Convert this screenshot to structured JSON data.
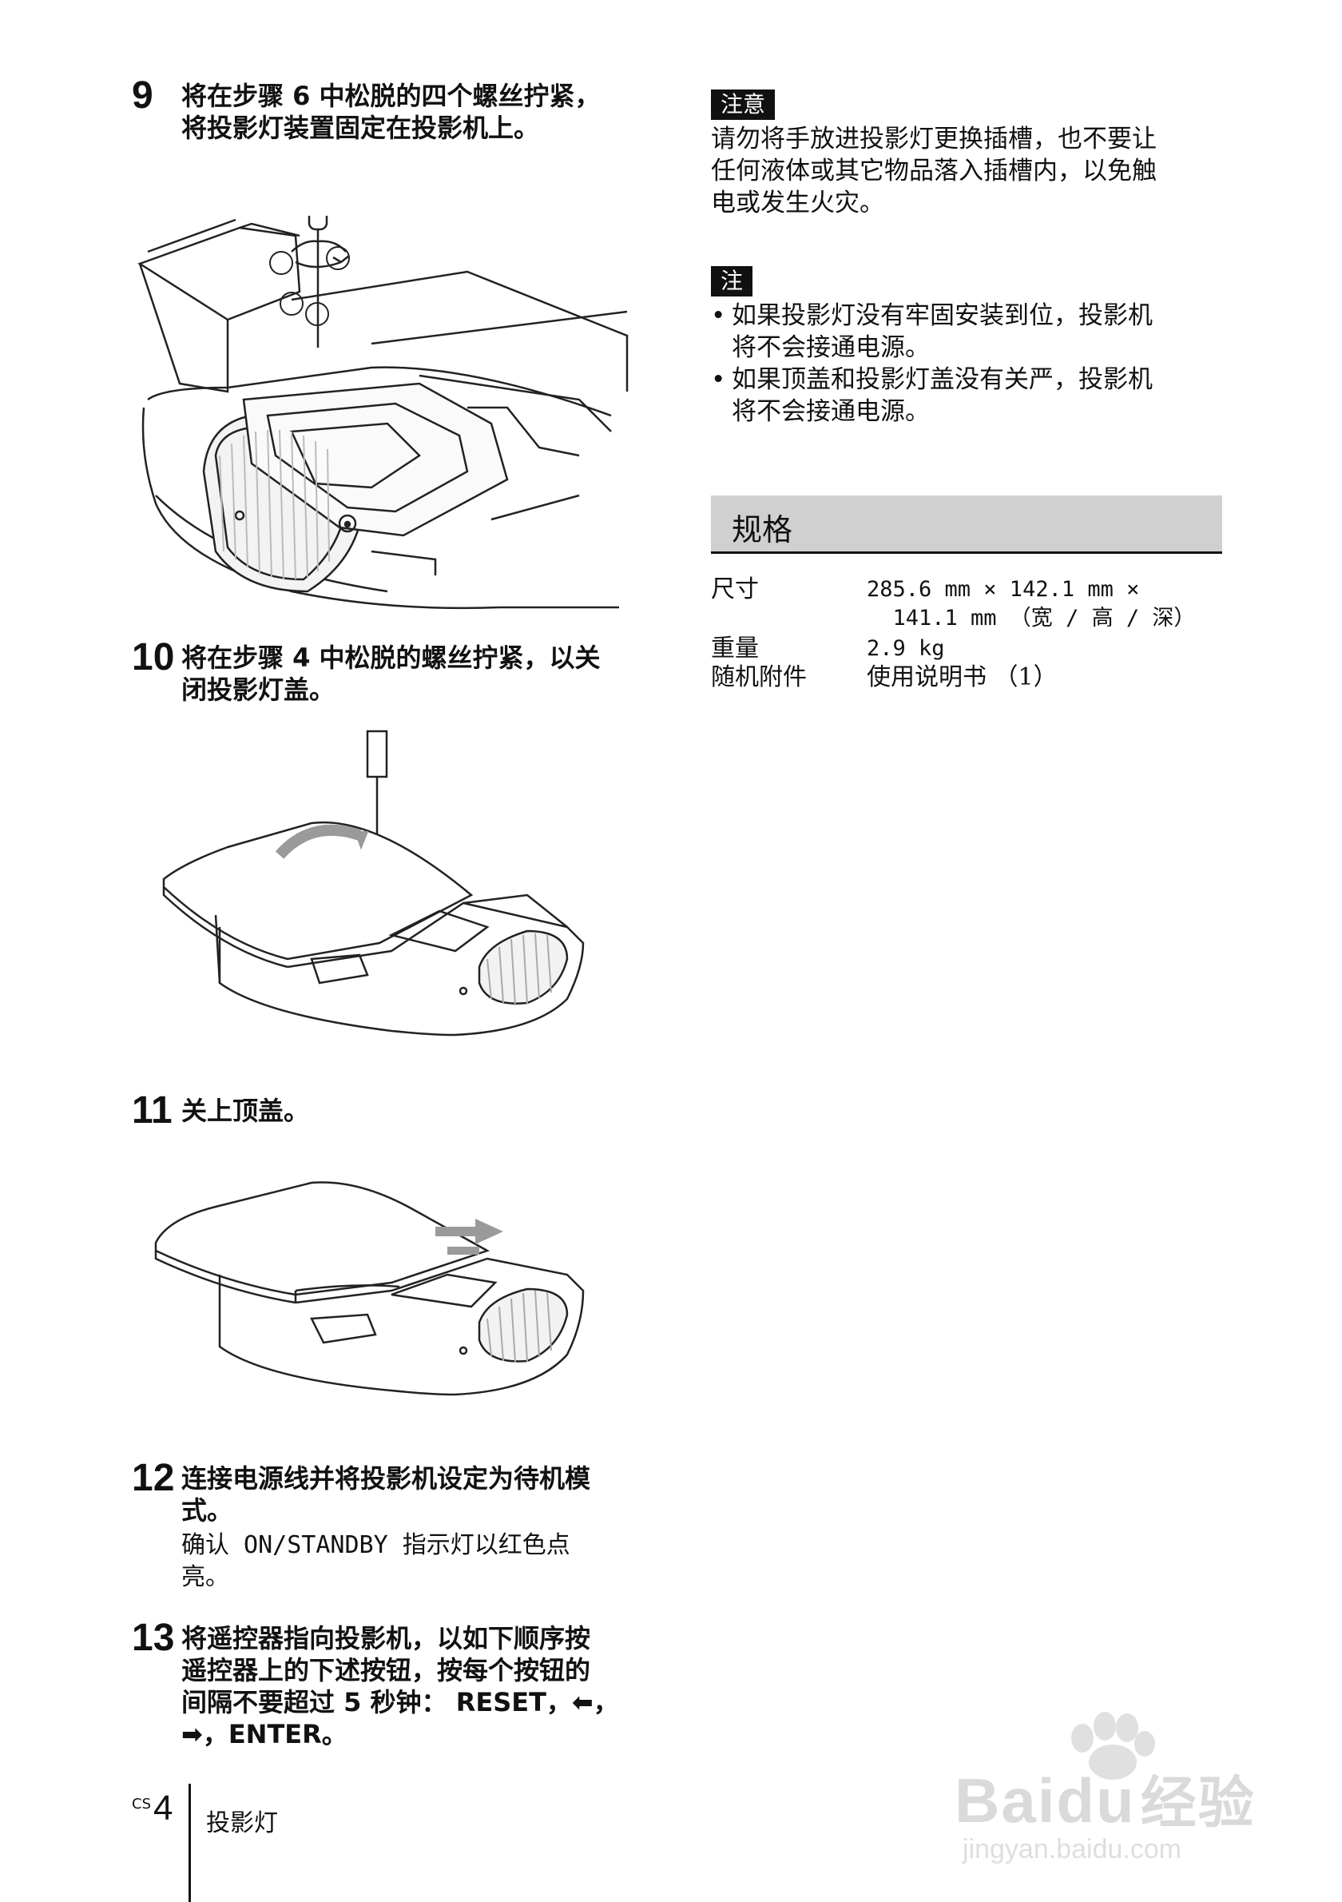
{
  "steps": [
    {
      "num": "9",
      "lines": [
        "将在步骤 6 中松脱的四个螺丝拧紧，",
        "将投影灯装置固定在投影机上。"
      ]
    },
    {
      "num": "10",
      "lines": [
        "将在步骤 4 中松脱的螺丝拧紧，以关",
        "闭投影灯盖。"
      ]
    },
    {
      "num": "11",
      "lines": [
        "关上顶盖。"
      ]
    },
    {
      "num": "12",
      "lines": [
        "连接电源线并将投影机设定为待机模",
        "式。"
      ],
      "sub": [
        "确认 ON/STANDBY 指示灯以红色点",
        "亮。"
      ]
    },
    {
      "num": "13",
      "lines": [
        "将遥控器指向投影机，以如下顺序按",
        "遥控器上的下述按钮，按每个按钮的",
        "间隔不要超过 5 秒钟： RESET，⬅，",
        "➡，ENTER。"
      ]
    }
  ],
  "caution": {
    "label": "注意",
    "lines": [
      "请勿将手放进投影灯更换插槽，也不要让",
      "任何液体或其它物品落入插槽内，以免触",
      "电或发生火灾。"
    ]
  },
  "note": {
    "label": "注",
    "bullets": [
      [
        "如果投影灯没有牢固安装到位，投影机",
        "将不会接通电源。"
      ],
      [
        "如果顶盖和投影灯盖没有关严，投影机",
        "将不会接通电源。"
      ]
    ]
  },
  "specs": {
    "heading": "规格",
    "rows": [
      {
        "key": "尺寸",
        "value": "285.6 mm × 142.1 mm ×",
        "value2": "  141.1 mm （宽 / 高 / 深）"
      },
      {
        "key": "重量",
        "value": "2.9 kg"
      },
      {
        "key": "随机附件",
        "value": "使用说明书 （1）"
      }
    ]
  },
  "footer": {
    "lang": "CS",
    "page": "4",
    "section": "投影灯"
  },
  "watermark": {
    "brand": "Bai",
    "brand2": "du",
    "product": "经验",
    "url": "jingyan.baidu.com"
  }
}
